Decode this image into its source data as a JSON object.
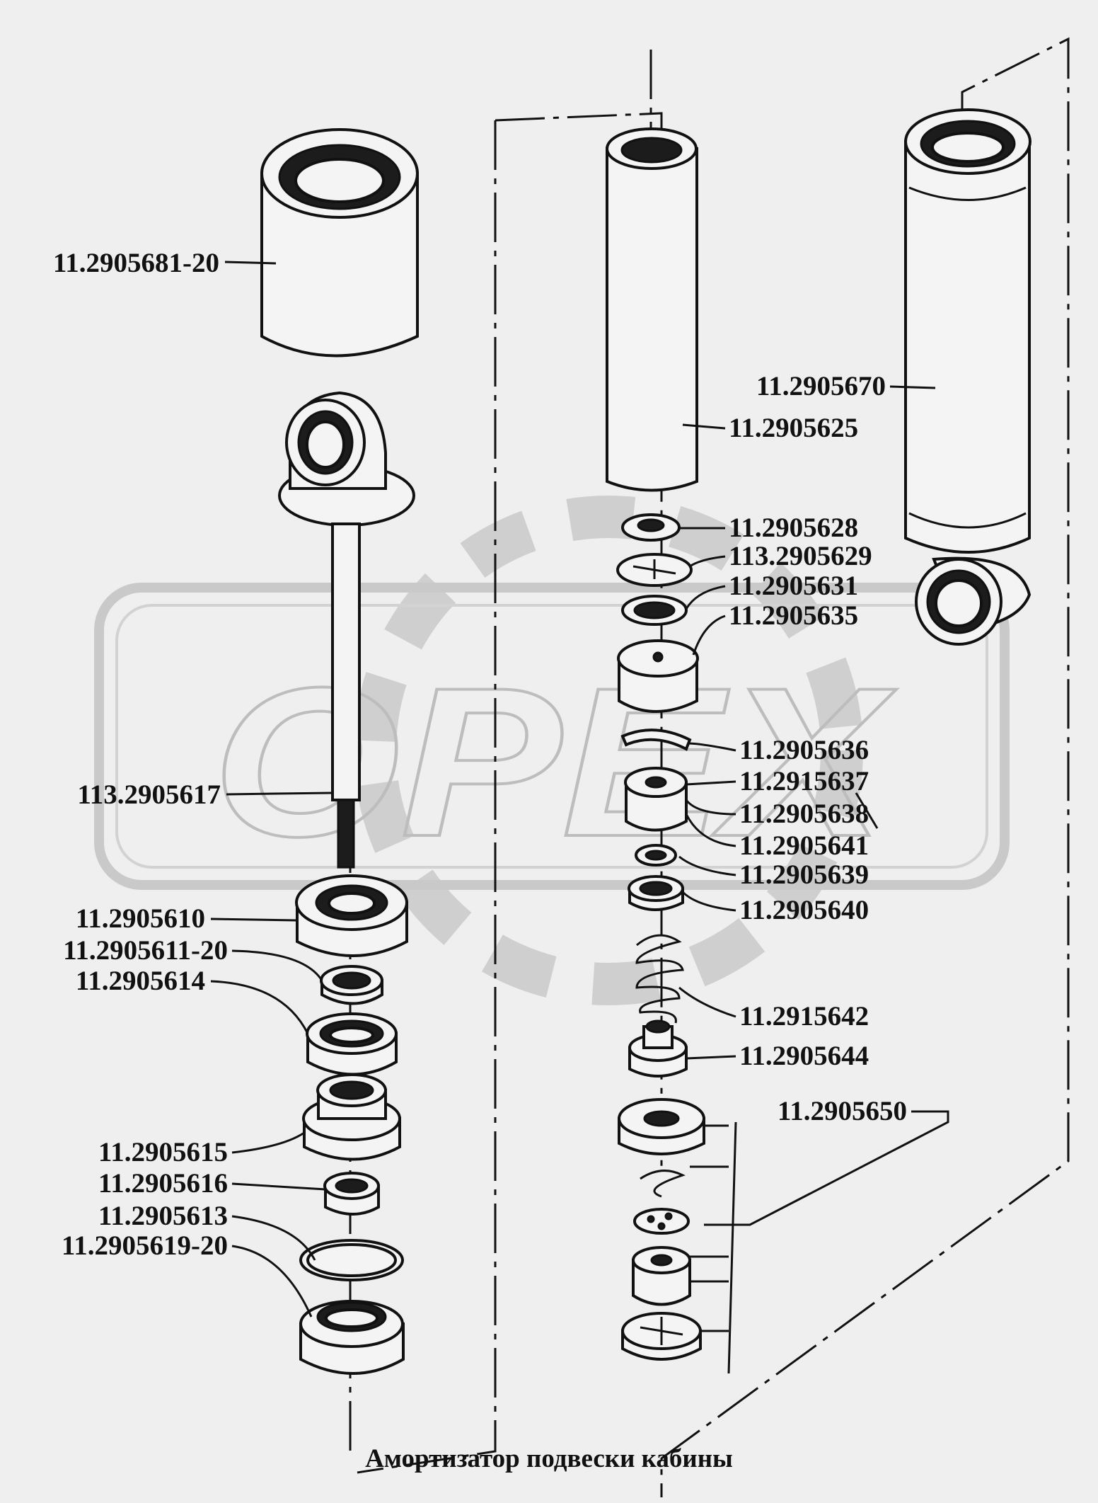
{
  "diagram": {
    "caption": "Амортизатор подвески кабины",
    "watermark": "ОРЕХ",
    "labels": [
      "11.2905681-20",
      "113.2905617",
      "11.2905610",
      "11.2905611-20",
      "11.2905614",
      "11.2905615",
      "11.2905616",
      "11.2905613",
      "11.2905619-20",
      "11.2905670",
      "11.2905625",
      "11.2905628",
      "113.2905629",
      "11.2905631",
      "11.2905635",
      "11.2905636",
      "11.2915637",
      "11.2905638",
      "11.2905641",
      "11.2905639",
      "11.2905640",
      "11.2915642",
      "11.2905644",
      "11.2905650"
    ]
  }
}
